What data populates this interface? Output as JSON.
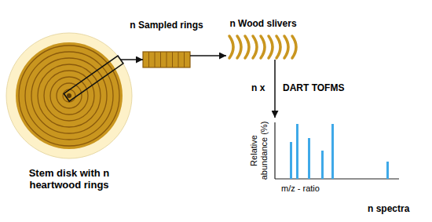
{
  "diagram": {
    "nodes": [
      {
        "text": [
          "Stem disk with n heartwood rings"
        ]
      },
      {
        "text": [
          "n Sampled rings"
        ]
      },
      {
        "text": [
          "n Wood slivers"
        ]
      },
      {
        "text": [
          "Relative abundance (%)",
          "m/z - ratio",
          "n spectra"
        ]
      }
    ],
    "edges": [
      {
        "from": 0,
        "to": 1,
        "arrow": "to"
      },
      {
        "from": 1,
        "to": 2,
        "arrow": "to"
      },
      {
        "from": 2,
        "to": 3,
        "arrow": "to"
      }
    ],
    "labels": [
      "n x",
      "DART TOFMS"
    ]
  }
}
